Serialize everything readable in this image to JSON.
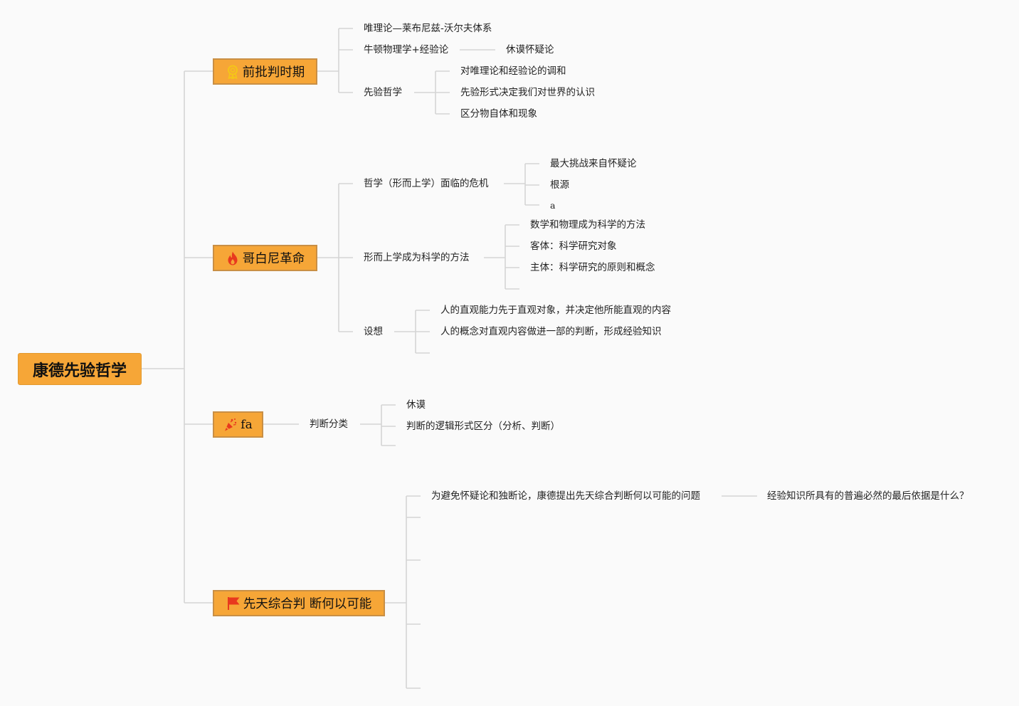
{
  "root": {
    "label": "康德先验哲学"
  },
  "topics": [
    {
      "label": "前批判时期",
      "icon": "ribbon-award-icon",
      "children": [
        {
          "label": "唯理论—莱布尼兹-沃尔夫体系"
        },
        {
          "label": "牛顿物理学+经验论",
          "children": [
            {
              "label": "休谟怀疑论"
            }
          ]
        },
        {
          "label": "先验哲学",
          "children": [
            {
              "label": "对唯理论和经验论的调和"
            },
            {
              "label": "先验形式决定我们对世界的认识"
            },
            {
              "label": "区分物自体和现象"
            }
          ]
        }
      ]
    },
    {
      "label": "哥白尼革命",
      "icon": "fire-icon",
      "children": [
        {
          "label": "哲学（形而上学）面临的危机",
          "children": [
            {
              "label": "最大挑战来自怀疑论"
            },
            {
              "label": "根源"
            },
            {
              "label": "a"
            }
          ]
        },
        {
          "label": "形而上学成为科学的方法",
          "children": [
            {
              "label": "数学和物理成为科学的方法"
            },
            {
              "label": "客体：科学研究对象"
            },
            {
              "label": "主体：科学研究的原则和概念"
            },
            {
              "label": ""
            }
          ]
        },
        {
          "label": "设想",
          "children": [
            {
              "label": "人的直观能力先于直观对象，并决定他所能直观的内容"
            },
            {
              "label": "人的概念对直观内容做进一部的判断，形成经验知识"
            },
            {
              "label": ""
            }
          ]
        }
      ]
    },
    {
      "label": "fa",
      "icon": "party-popper-icon",
      "children": [
        {
          "label": "判断分类",
          "children": [
            {
              "label": "休谟"
            },
            {
              "label": "判断的逻辑形式区分（分析、判断）"
            },
            {
              "label": ""
            }
          ]
        }
      ]
    },
    {
      "label": "先天综合判 断何以可能",
      "icon": "flag-icon",
      "children": [
        {
          "label": "为避免怀疑论和独断论，康德提出先天综合判断何以可能的问题",
          "children": [
            {
              "label": "经验知识所具有的普遍必然的最后依据是什么？"
            }
          ]
        },
        {
          "label": ""
        },
        {
          "label": ""
        },
        {
          "label": ""
        },
        {
          "label": ""
        },
        {
          "label": ""
        },
        {
          "label": ""
        },
        {
          "label": ""
        },
        {
          "label": ""
        }
      ]
    }
  ],
  "colors": {
    "topic_fill": "#f6a637",
    "topic_border": "#c98f45",
    "connector": "#d4d4d4",
    "icon_red": "#e8391e",
    "icon_yellow": "#f5c518",
    "background": "#fafafa"
  }
}
